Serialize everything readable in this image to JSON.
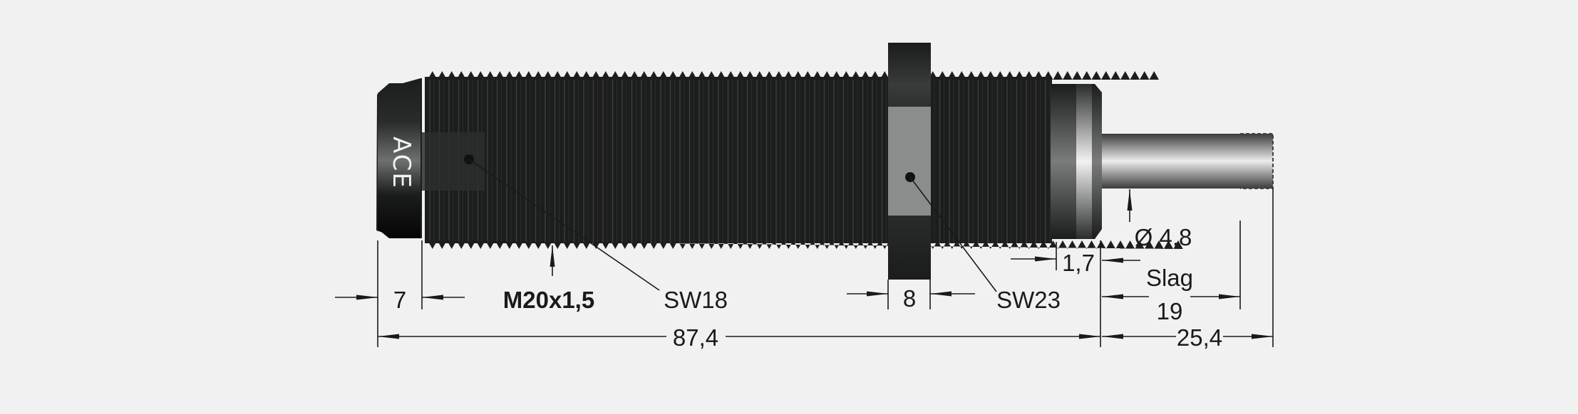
{
  "product": {
    "brand_label": "ACE",
    "type": "shock absorber dimension drawing"
  },
  "colors": {
    "background": "#f0f1f0",
    "body_dark": "#1c1d1d",
    "line": "#1a1a1a",
    "nut_flat": "#8a8c8b"
  },
  "dimensions": {
    "head_length": "7",
    "thread": "M20x1,5",
    "body_wrench": "SW18",
    "nut_thickness": "8",
    "nut_wrench": "SW23",
    "collar_length": "1,7",
    "rod_diameter": "Ø 4,8",
    "stroke_label": "Slag",
    "stroke_value": "19",
    "overall_length": "87,4",
    "rod_extension": "25,4"
  }
}
